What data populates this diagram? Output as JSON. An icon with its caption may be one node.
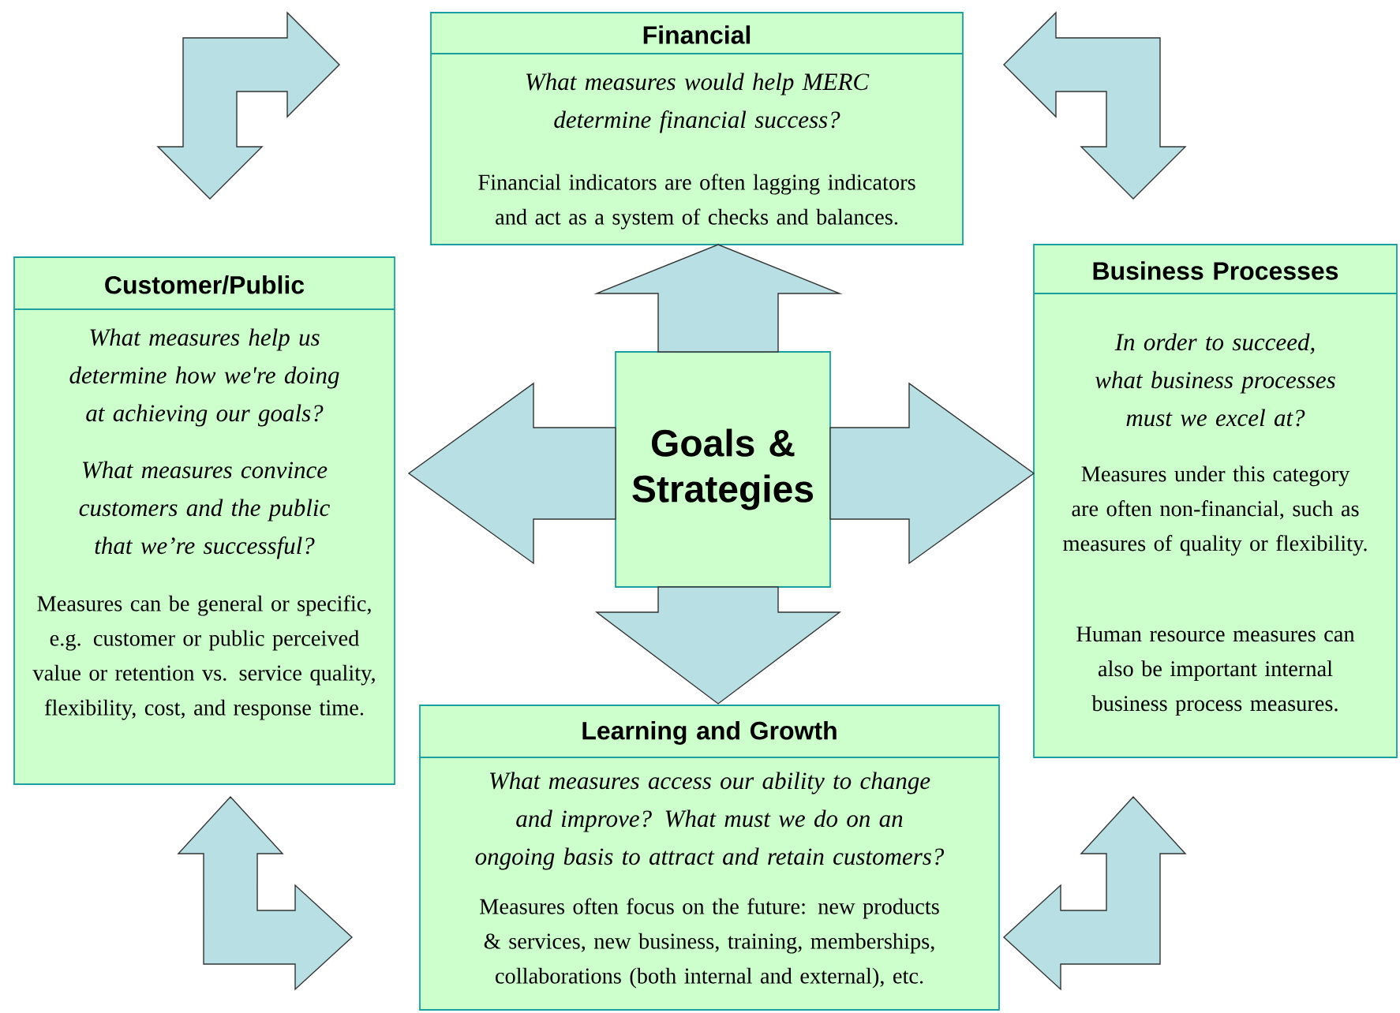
{
  "diagram": {
    "nodes": [
      {
        "text": [
          "Financial",
          "What measures would help MERC determine financial success?",
          "Financial indicators are often lagging indicators and act as a system of checks and balances."
        ]
      },
      {
        "text": [
          "Customer/Public",
          "What measures help us determine how we're doing at achieving our goals?",
          "What measures convince customers and the public that we’re successful?",
          "Measures can be general or specific, e.g. customer or public perceived value or retention vs. service quality, flexibility, cost, and response time."
        ]
      },
      {
        "text": [
          "Goals & Strategies"
        ]
      },
      {
        "text": [
          "Business Processes",
          "In order to succeed, what business processes must we excel at?",
          "Measures under this category are often non-financial, such as measures of quality or flexibility.",
          "Human resource measures can also be important internal business process measures."
        ]
      },
      {
        "text": [
          "Learning and Growth",
          "What measures access our ability to change and improve?  What must we do on an ongoing basis to attract and retain customers?",
          "Measures often focus on the future: new products & services, new business, training, memberships, collaborations  (both internal and external), etc."
        ]
      }
    ],
    "edges": [
      {
        "from": 1,
        "to": 0,
        "arrow": "both"
      },
      {
        "from": 0,
        "to": 3,
        "arrow": "both"
      },
      {
        "from": 2,
        "to": 0,
        "arrow": "to"
      },
      {
        "from": 2,
        "to": 1,
        "arrow": "to"
      },
      {
        "from": 2,
        "to": 3,
        "arrow": "to"
      },
      {
        "from": 2,
        "to": 4,
        "arrow": "to"
      },
      {
        "from": 1,
        "to": 4,
        "arrow": "both"
      },
      {
        "from": 3,
        "to": 4,
        "arrow": "both"
      }
    ]
  }
}
